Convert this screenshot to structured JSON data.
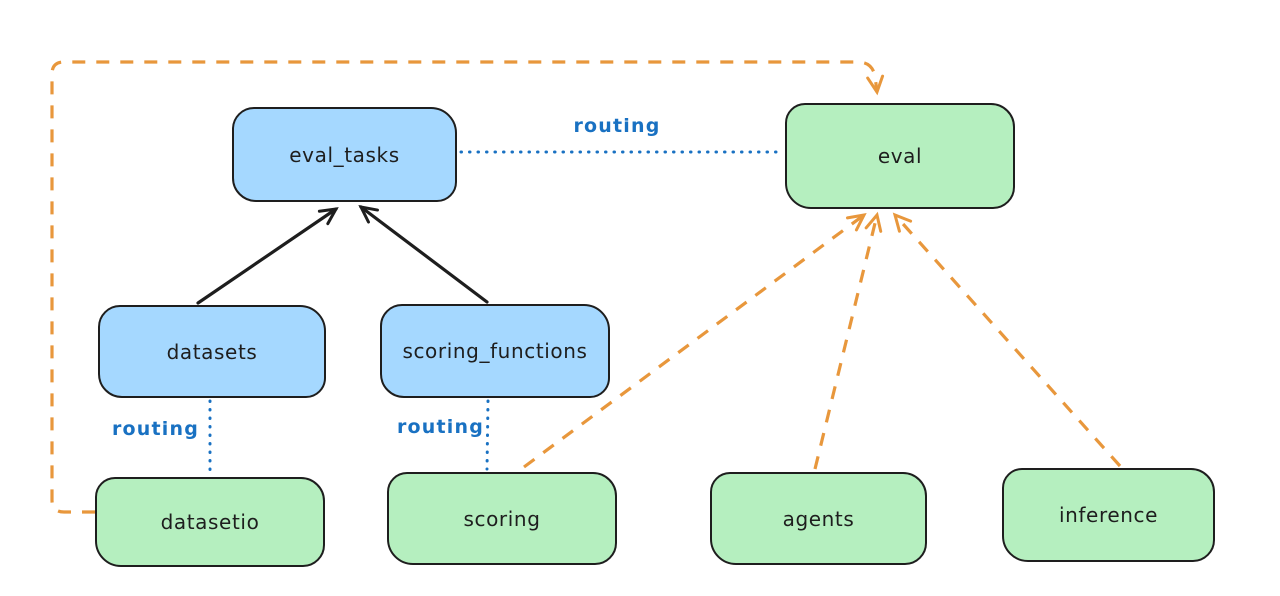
{
  "diagram": {
    "nodes": [
      {
        "id": "eval_tasks",
        "label": "eval_tasks",
        "kind": "api",
        "fill": "#a5d8ff"
      },
      {
        "id": "eval",
        "label": "eval",
        "kind": "provider",
        "fill": "#b5efbf"
      },
      {
        "id": "datasets",
        "label": "datasets",
        "kind": "api",
        "fill": "#a5d8ff"
      },
      {
        "id": "scoring_functions",
        "label": "scoring_functions",
        "kind": "api",
        "fill": "#a5d8ff"
      },
      {
        "id": "datasetio",
        "label": "datasetio",
        "kind": "provider",
        "fill": "#b5efbf"
      },
      {
        "id": "scoring",
        "label": "scoring",
        "kind": "provider",
        "fill": "#b5efbf"
      },
      {
        "id": "agents",
        "label": "agents",
        "kind": "provider",
        "fill": "#b5efbf"
      },
      {
        "id": "inference",
        "label": "inference",
        "kind": "provider",
        "fill": "#b5efbf"
      }
    ],
    "edges": [
      {
        "from": "datasets",
        "to": "eval_tasks",
        "style": "solid-arrow",
        "color": "#1e1e1e"
      },
      {
        "from": "scoring_functions",
        "to": "eval_tasks",
        "style": "solid-arrow",
        "color": "#1e1e1e"
      },
      {
        "from": "eval_tasks",
        "to": "eval",
        "style": "dotted",
        "color": "#1971c2",
        "label": "routing"
      },
      {
        "from": "datasets",
        "to": "datasetio",
        "style": "dotted",
        "color": "#1971c2",
        "label": "routing"
      },
      {
        "from": "scoring_functions",
        "to": "scoring",
        "style": "dotted",
        "color": "#1971c2",
        "label": "routing"
      },
      {
        "from": "datasetio",
        "to": "eval",
        "style": "dashed-arrow",
        "color": "#e8973c"
      },
      {
        "from": "scoring",
        "to": "eval",
        "style": "dashed-arrow",
        "color": "#e8973c"
      },
      {
        "from": "agents",
        "to": "eval",
        "style": "dashed-arrow",
        "color": "#e8973c"
      },
      {
        "from": "inference",
        "to": "eval",
        "style": "dashed-arrow",
        "color": "#e8973c"
      }
    ],
    "colors": {
      "api_fill": "#a5d8ff",
      "provider_fill": "#b5efbf",
      "stroke": "#1e1e1e",
      "routing_blue": "#1971c2",
      "dashed_orange": "#e8973c",
      "background": "#ffffff"
    }
  }
}
